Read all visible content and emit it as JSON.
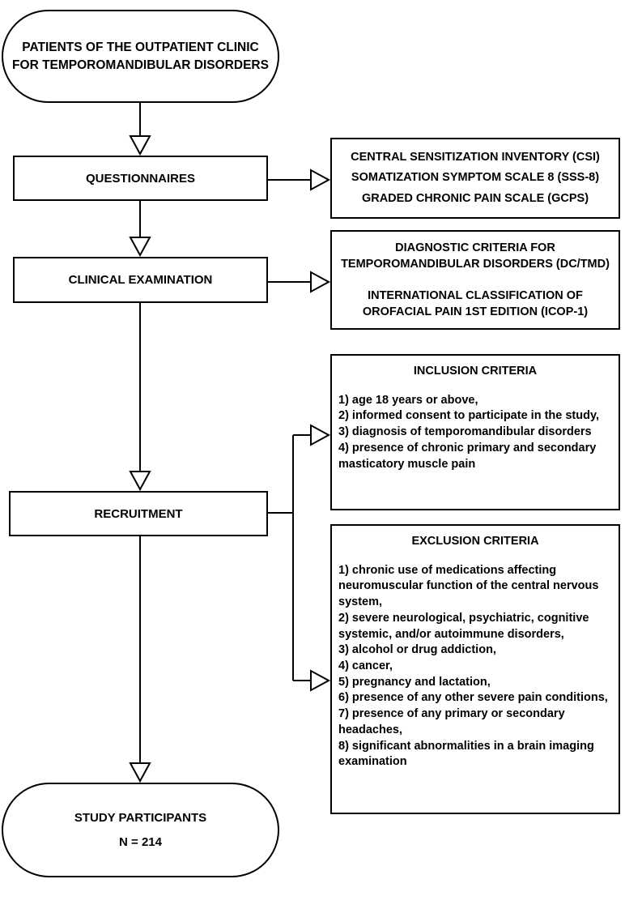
{
  "start": {
    "line1": "PATIENTS OF THE OUTPATIENT CLINIC",
    "line2": "FOR TEMPOROMANDIBULAR DISORDERS"
  },
  "questionnaires": {
    "label": "QUESTIONNAIRES",
    "tools": [
      "CENTRAL SENSITIZATION INVENTORY (CSI)",
      "SOMATIZATION SYMPTOM SCALE 8 (SSS-8)",
      "GRADED CHRONIC PAIN SCALE (GCPS)"
    ]
  },
  "clinical": {
    "label": "CLINICAL EXAMINATION",
    "criteria1": {
      "line1": "DIAGNOSTIC CRITERIA FOR",
      "line2": "TEMPOROMANDIBULAR DISORDERS (DC/TMD)"
    },
    "criteria2": {
      "line1": "INTERNATIONAL CLASSIFICATION OF",
      "line2": "OROFACIAL PAIN 1ST EDITION (ICOP-1)"
    }
  },
  "recruitment": {
    "label": "RECRUITMENT"
  },
  "inclusion": {
    "title": "INCLUSION CRITERIA",
    "items": [
      "1) age 18 years or above,",
      "2) informed consent to participate in the study,",
      "3) diagnosis of temporomandibular disorders",
      "4) presence of chronic primary and secondary masticatory muscle pain"
    ]
  },
  "exclusion": {
    "title": "EXCLUSION CRITERIA",
    "items": [
      "1) chronic use of medications affecting neuromuscular function of the central nervous system,",
      "2) severe neurological, psychiatric, cognitive systemic, and/or autoimmune disorders,",
      "3) alcohol or drug addiction,",
      "4) cancer,",
      "5) pregnancy and lactation,",
      "6) presence of any other severe pain conditions,",
      "7) presence of any primary or secondary headaches,",
      "8) significant abnormalities in a brain imaging examination"
    ]
  },
  "end": {
    "label": "STUDY PARTICIPANTS",
    "count": "N = 214"
  }
}
